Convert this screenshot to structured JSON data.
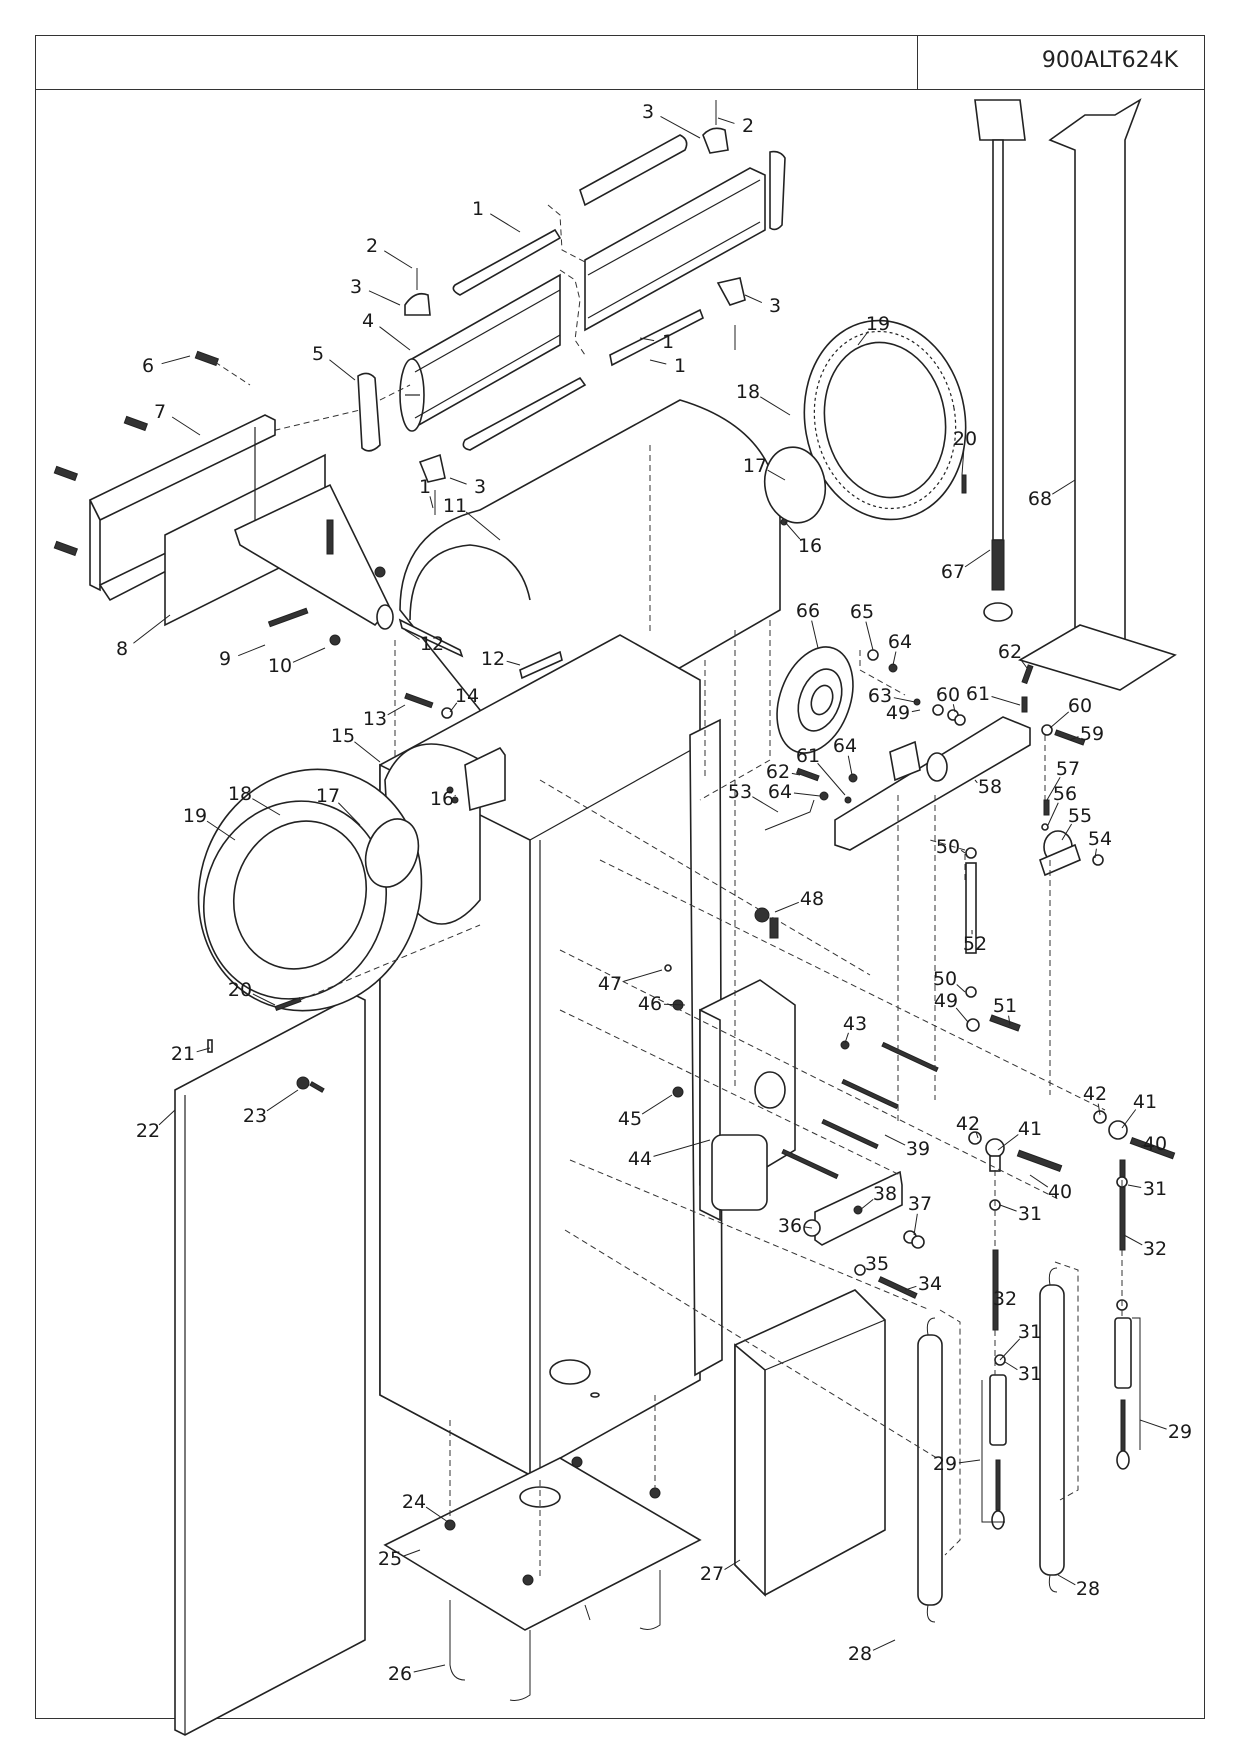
{
  "header": {
    "left_cell": "",
    "model_code": "900ALT624K"
  },
  "diagram": {
    "type": "exploded-parts-view",
    "callouts": [
      {
        "id": "c1a",
        "label": "1"
      },
      {
        "id": "c1b",
        "label": "1"
      },
      {
        "id": "c1c",
        "label": "1"
      },
      {
        "id": "c1d",
        "label": "1"
      },
      {
        "id": "c2a",
        "label": "2"
      },
      {
        "id": "c2b",
        "label": "2"
      },
      {
        "id": "c3a",
        "label": "3"
      },
      {
        "id": "c3b",
        "label": "3"
      },
      {
        "id": "c3c",
        "label": "3"
      },
      {
        "id": "c3d",
        "label": "3"
      },
      {
        "id": "c4",
        "label": "4"
      },
      {
        "id": "c5",
        "label": "5"
      },
      {
        "id": "c6",
        "label": "6"
      },
      {
        "id": "c7",
        "label": "7"
      },
      {
        "id": "c8",
        "label": "8"
      },
      {
        "id": "c9",
        "label": "9"
      },
      {
        "id": "c10",
        "label": "10"
      },
      {
        "id": "c11",
        "label": "11"
      },
      {
        "id": "c12a",
        "label": "12"
      },
      {
        "id": "c12b",
        "label": "12"
      },
      {
        "id": "c13",
        "label": "13"
      },
      {
        "id": "c14",
        "label": "14"
      },
      {
        "id": "c15",
        "label": "15"
      },
      {
        "id": "c16a",
        "label": "16"
      },
      {
        "id": "c16b",
        "label": "16"
      },
      {
        "id": "c17a",
        "label": "17"
      },
      {
        "id": "c17b",
        "label": "17"
      },
      {
        "id": "c18a",
        "label": "18"
      },
      {
        "id": "c18b",
        "label": "18"
      },
      {
        "id": "c19a",
        "label": "19"
      },
      {
        "id": "c19b",
        "label": "19"
      },
      {
        "id": "c20a",
        "label": "20"
      },
      {
        "id": "c20b",
        "label": "20"
      },
      {
        "id": "c21",
        "label": "21"
      },
      {
        "id": "c22",
        "label": "22"
      },
      {
        "id": "c23",
        "label": "23"
      },
      {
        "id": "c24",
        "label": "24"
      },
      {
        "id": "c25",
        "label": "25"
      },
      {
        "id": "c26",
        "label": "26"
      },
      {
        "id": "c27",
        "label": "27"
      },
      {
        "id": "c28a",
        "label": "28"
      },
      {
        "id": "c28b",
        "label": "28"
      },
      {
        "id": "c29a",
        "label": "29"
      },
      {
        "id": "c29b",
        "label": "29"
      },
      {
        "id": "c31a",
        "label": "31"
      },
      {
        "id": "c31b",
        "label": "31"
      },
      {
        "id": "c31c",
        "label": "31"
      },
      {
        "id": "c31d",
        "label": "31"
      },
      {
        "id": "c32a",
        "label": "32"
      },
      {
        "id": "c32b",
        "label": "32"
      },
      {
        "id": "c34",
        "label": "34"
      },
      {
        "id": "c35",
        "label": "35"
      },
      {
        "id": "c36",
        "label": "36"
      },
      {
        "id": "c37",
        "label": "37"
      },
      {
        "id": "c38",
        "label": "38"
      },
      {
        "id": "c39",
        "label": "39"
      },
      {
        "id": "c40a",
        "label": "40"
      },
      {
        "id": "c40b",
        "label": "40"
      },
      {
        "id": "c41a",
        "label": "41"
      },
      {
        "id": "c41b",
        "label": "41"
      },
      {
        "id": "c42a",
        "label": "42"
      },
      {
        "id": "c42b",
        "label": "42"
      },
      {
        "id": "c43",
        "label": "43"
      },
      {
        "id": "c44",
        "label": "44"
      },
      {
        "id": "c45",
        "label": "45"
      },
      {
        "id": "c46",
        "label": "46"
      },
      {
        "id": "c47",
        "label": "47"
      },
      {
        "id": "c48",
        "label": "48"
      },
      {
        "id": "c49a",
        "label": "49"
      },
      {
        "id": "c49b",
        "label": "49"
      },
      {
        "id": "c50a",
        "label": "50"
      },
      {
        "id": "c50b",
        "label": "50"
      },
      {
        "id": "c51",
        "label": "51"
      },
      {
        "id": "c52",
        "label": "52"
      },
      {
        "id": "c53",
        "label": "53"
      },
      {
        "id": "c54",
        "label": "54"
      },
      {
        "id": "c55",
        "label": "55"
      },
      {
        "id": "c56",
        "label": "56"
      },
      {
        "id": "c57",
        "label": "57"
      },
      {
        "id": "c58",
        "label": "58"
      },
      {
        "id": "c59",
        "label": "59"
      },
      {
        "id": "c60a",
        "label": "60"
      },
      {
        "id": "c60b",
        "label": "60"
      },
      {
        "id": "c61a",
        "label": "61"
      },
      {
        "id": "c61b",
        "label": "61"
      },
      {
        "id": "c62a",
        "label": "62"
      },
      {
        "id": "c62b",
        "label": "62"
      },
      {
        "id": "c63",
        "label": "63"
      },
      {
        "id": "c64a",
        "label": "64"
      },
      {
        "id": "c64b",
        "label": "64"
      },
      {
        "id": "c64c",
        "label": "64"
      },
      {
        "id": "c65",
        "label": "65"
      },
      {
        "id": "c66",
        "label": "66"
      },
      {
        "id": "c67",
        "label": "67"
      },
      {
        "id": "c68",
        "label": "68"
      }
    ]
  }
}
